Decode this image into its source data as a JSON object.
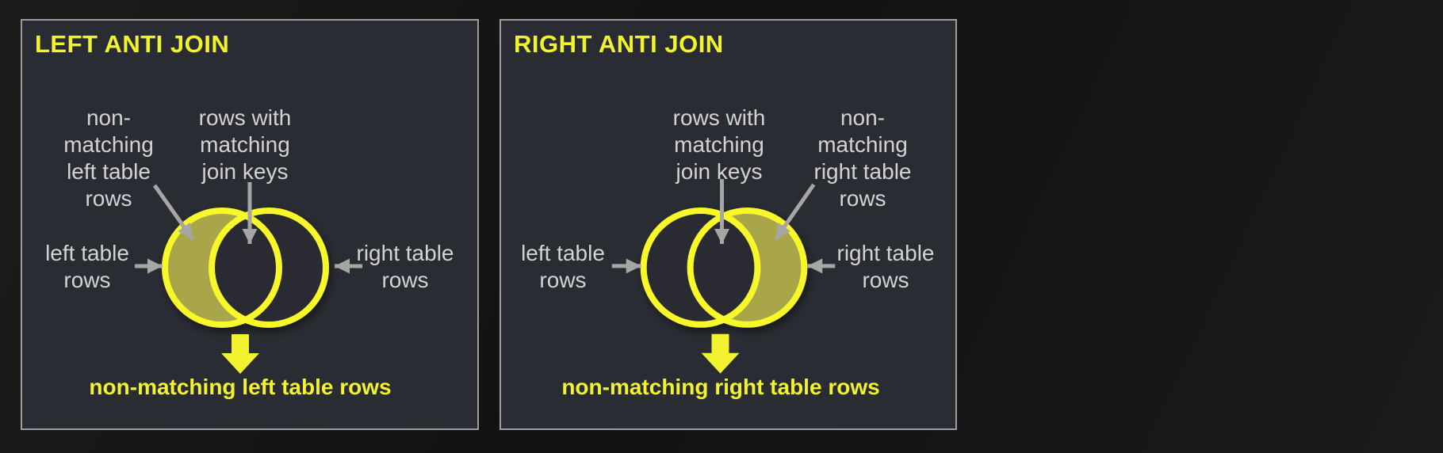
{
  "colors": {
    "page_background": "#151515",
    "panel_background": "#2a2c33",
    "panel_border": "#9d9d9d",
    "accent_yellow": "#f2f22e",
    "venn_circle_stroke": "#f7f72a",
    "highlight_region_fill": "#a9a548",
    "label_text": "#d3d3d5",
    "arrow_gray": "#a6a6a6"
  },
  "diagram_type": "venn-join-diagram",
  "panels": [
    {
      "title": "LEFT ANTI JOIN",
      "highlighted_region": "left circle only",
      "labels": {
        "outer_lines": [
          "non-",
          "matching",
          "left table",
          "rows"
        ],
        "center_lines": [
          "rows with",
          "matching",
          "join keys"
        ],
        "left_side_lines": [
          "left table",
          "rows"
        ],
        "right_side_lines": [
          "right table",
          "rows"
        ]
      },
      "result_caption": "non-matching left table rows"
    },
    {
      "title": "RIGHT ANTI JOIN",
      "highlighted_region": "right circle only",
      "labels": {
        "center_lines": [
          "rows with",
          "matching",
          "join keys"
        ],
        "outer_lines": [
          "non-",
          "matching",
          "right table",
          "rows"
        ],
        "left_side_lines": [
          "left table",
          "rows"
        ],
        "right_side_lines": [
          "right table",
          "rows"
        ]
      },
      "result_caption": "non-matching right table rows"
    }
  ]
}
